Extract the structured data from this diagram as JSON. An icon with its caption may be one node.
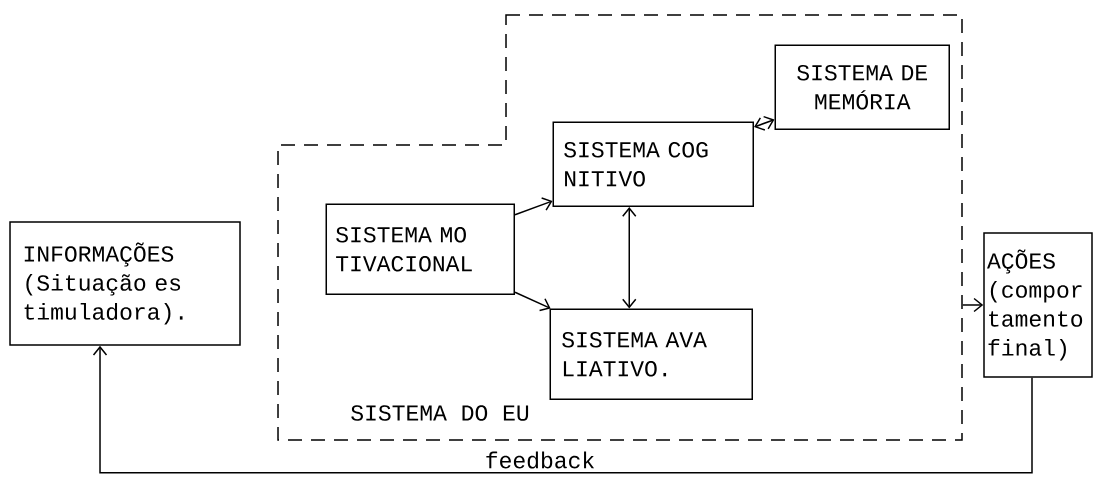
{
  "diagram": {
    "nodes": [
      {
        "text": [
          "INFORMAÇÕES (Situação es timuladora)."
        ]
      },
      {
        "text": [
          "SISTEMA DO EU"
        ]
      },
      {
        "text": [
          "SISTEMA DE MEMÓRIA"
        ],
        "in": 1
      },
      {
        "text": [
          "SISTEMA COG NITIVO"
        ],
        "in": 1
      },
      {
        "text": [
          "SISTEMA MO TIVACIONAL"
        ],
        "in": 1
      },
      {
        "text": [
          "SISTEMA AVA LIATIVO."
        ],
        "in": 1
      },
      {
        "text": [
          "AÇÕES (compor tamento final)"
        ]
      }
    ],
    "edges": [
      {
        "from": 4,
        "to": 3,
        "arrow": "to"
      },
      {
        "from": 4,
        "to": 5,
        "arrow": "to"
      },
      {
        "from": 3,
        "to": 2,
        "arrow": "both"
      },
      {
        "from": 3,
        "to": 5,
        "arrow": "both"
      },
      {
        "from": 1,
        "to": 6,
        "arrow": "to"
      },
      {
        "from": 6,
        "to": 0,
        "arrow": "to",
        "label": "feedback"
      }
    ]
  }
}
